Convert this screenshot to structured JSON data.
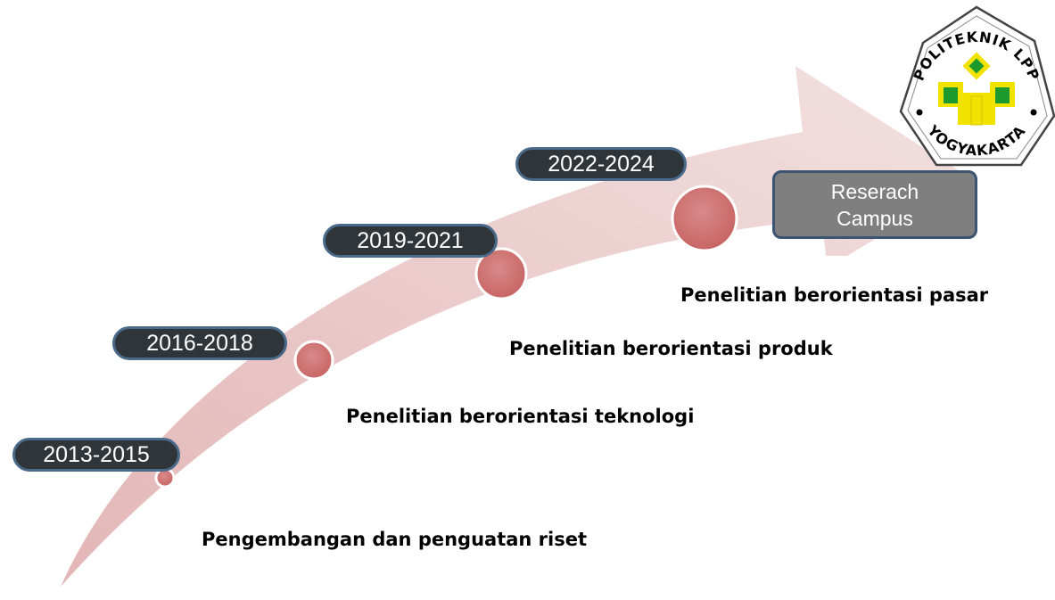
{
  "timeline": {
    "periods": [
      {
        "years": "2013-2015",
        "label": "Pengembangan dan penguatan riset"
      },
      {
        "years": "2016-2018",
        "label": "Penelitian berorientasi teknologi"
      },
      {
        "years": "2019-2021",
        "label": "Penelitian berorientasi produk"
      },
      {
        "years": "2022-2024",
        "label": "Penelitian berorientasi pasar"
      }
    ],
    "goal": {
      "line1": "Reserach",
      "line2": "Campus"
    }
  },
  "logo": {
    "top_text": "POLITEKNIK LPP",
    "bottom_text": "YOGYAKARTA"
  },
  "colors": {
    "arrow": "#e9caca",
    "dot": "#cf6f6f",
    "pill": "#2f3539",
    "pill_border": "#4a6a8a",
    "goal_box": "#7f7f7f",
    "logo_green": "#1c9a2e",
    "logo_yellow": "#f2e200"
  }
}
